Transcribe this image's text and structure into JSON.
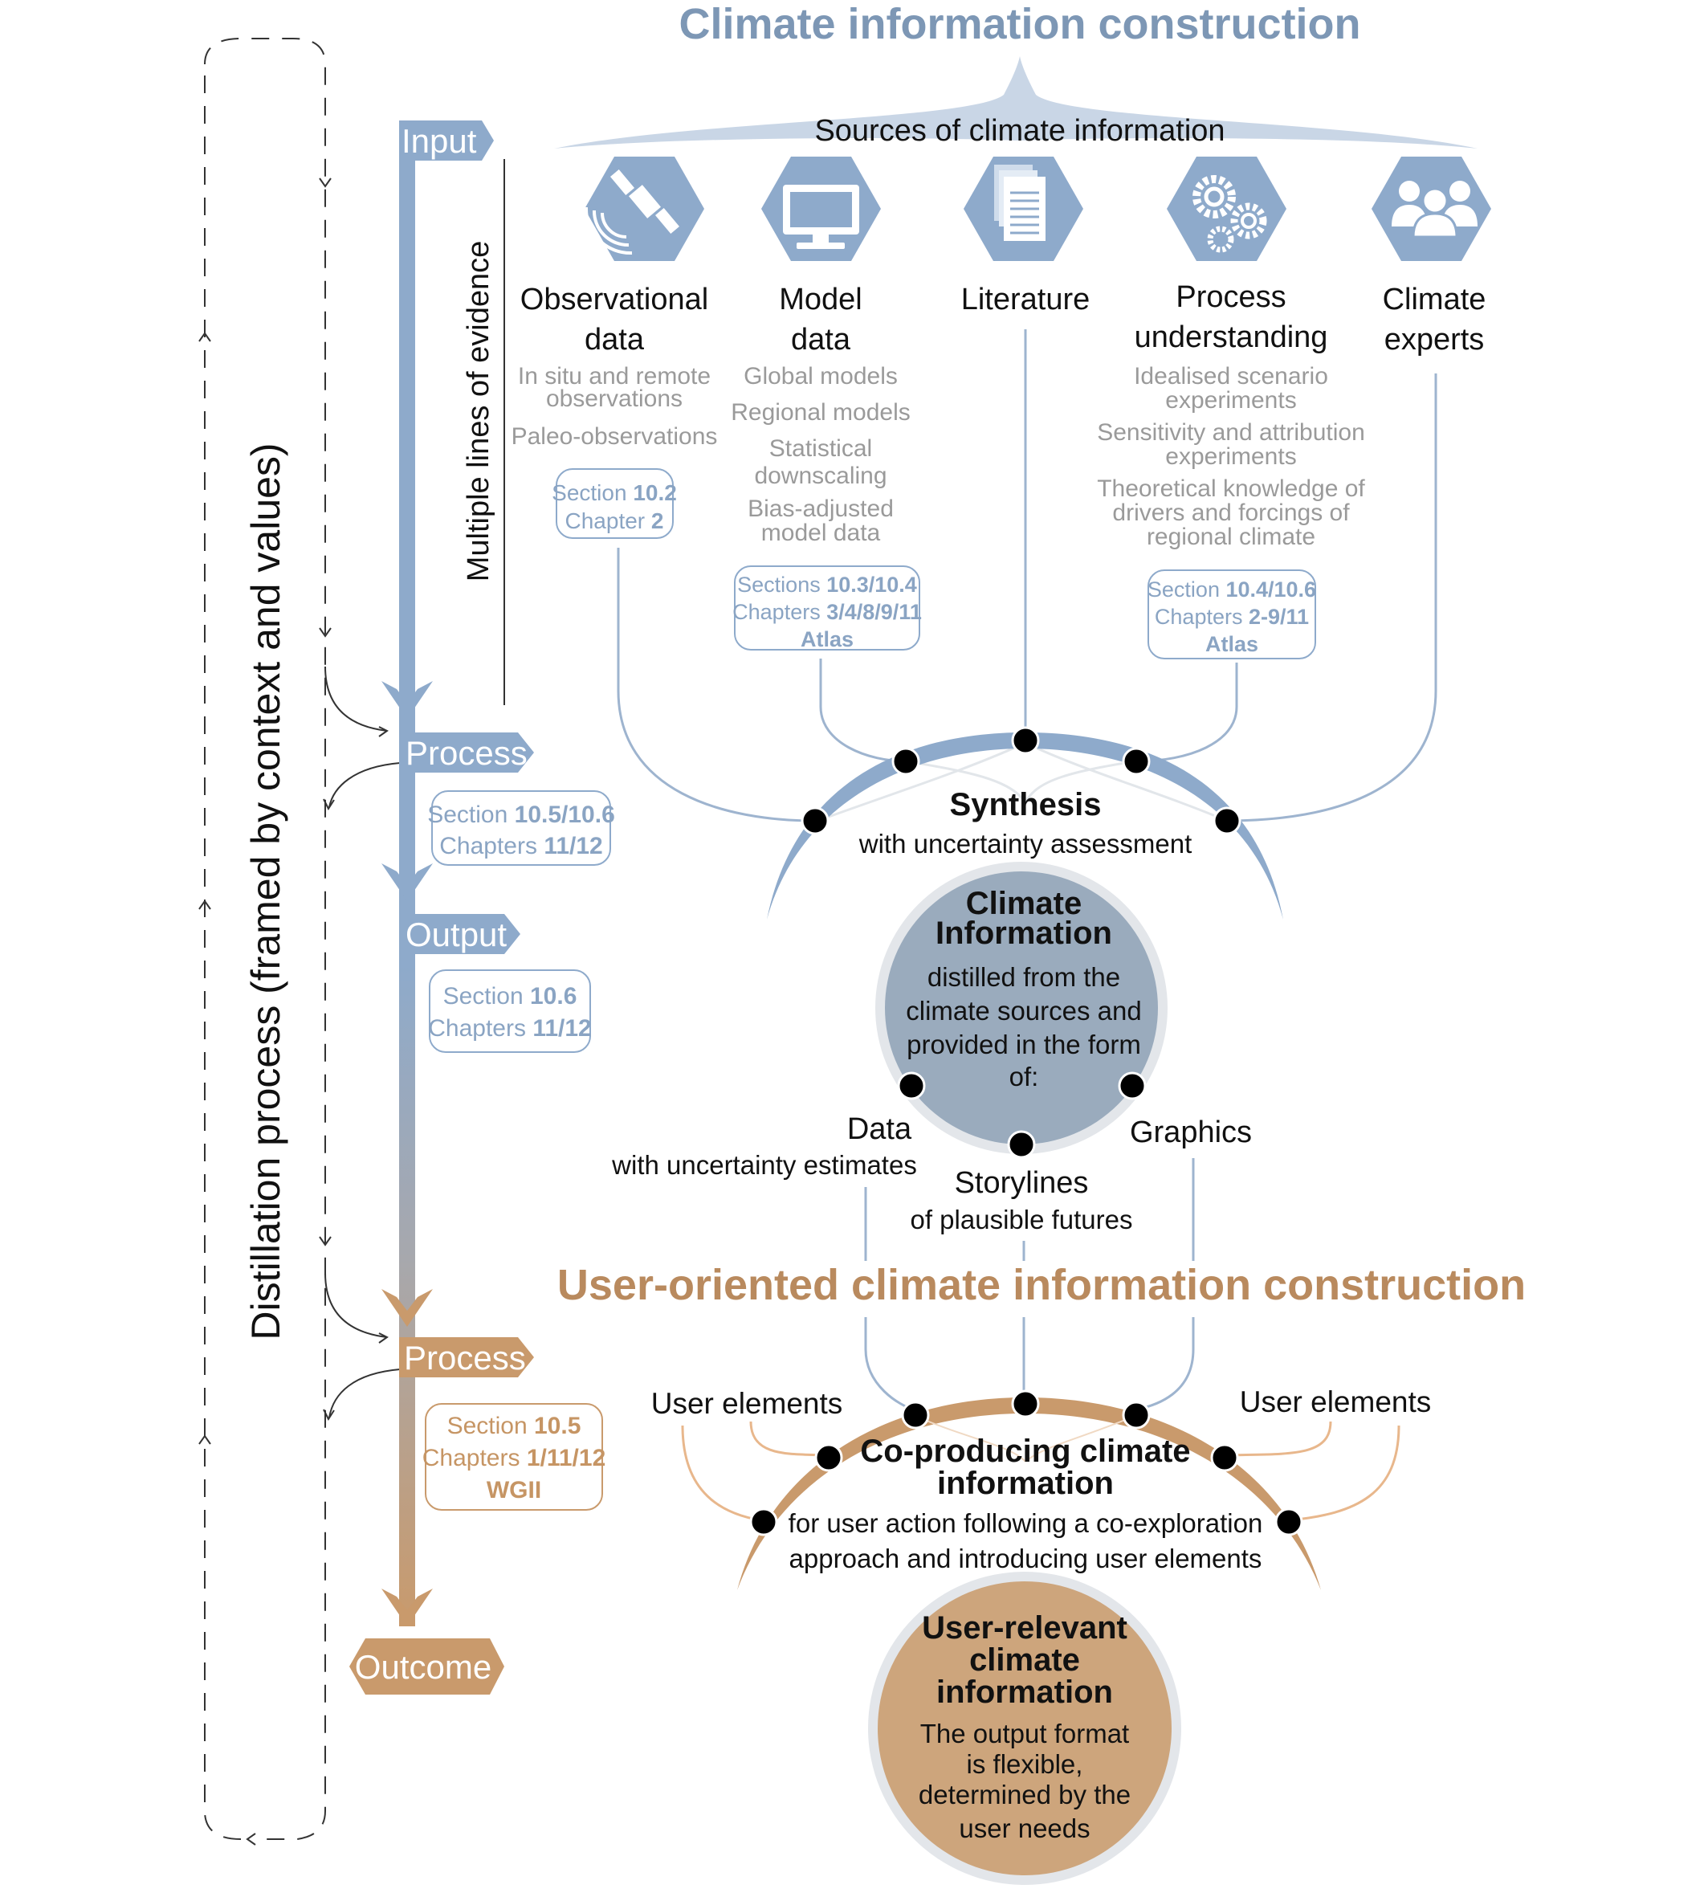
{
  "titles": {
    "top": "Climate information construction",
    "middle": "User-oriented climate information construction",
    "sources": "Sources of climate information",
    "evidence": "Multiple lines of evidence",
    "distillation": "Distillation process (framed by context and values)"
  },
  "stages": {
    "input": "Input",
    "process1": "Process",
    "output": "Output",
    "process2": "Process",
    "outcome": "Outcome"
  },
  "sources": [
    {
      "icon": "satellite-icon",
      "title": [
        "Observational",
        "data"
      ],
      "details": [
        "In situ and remote",
        "observations",
        "Paleo-observations"
      ],
      "refs": [
        [
          "Section ",
          "10.2"
        ],
        [
          "Chapter ",
          "2"
        ]
      ]
    },
    {
      "icon": "monitor-icon",
      "title": [
        "Model",
        "data"
      ],
      "details": [
        "Global models",
        "Regional models",
        "Statistical",
        "downscaling",
        "Bias-adjusted",
        "model data"
      ],
      "refs": [
        [
          "Sections ",
          "10.3/10.4"
        ],
        [
          "Chapters ",
          "3/4/8/9/11"
        ],
        [
          "",
          "Atlas"
        ]
      ]
    },
    {
      "icon": "documents-icon",
      "title": [
        "Literature"
      ],
      "details": [],
      "refs": []
    },
    {
      "icon": "gears-icon",
      "title": [
        "Process",
        "understanding"
      ],
      "details": [
        "Idealised scenario",
        "experiments",
        "Sensitivity and attribution",
        "experiments",
        "Theoretical knowledge of",
        "drivers and forcings of",
        "regional climate"
      ],
      "refs": [
        [
          "Section ",
          "10.4/10.6"
        ],
        [
          "Chapters ",
          "2-9/11"
        ],
        [
          "",
          "Atlas"
        ]
      ]
    },
    {
      "icon": "people-icon",
      "title": [
        "Climate",
        "experts"
      ],
      "details": [],
      "refs": []
    }
  ],
  "stage_refs": {
    "process1": [
      [
        "Section ",
        "10.5/10.6"
      ],
      [
        "Chapters ",
        "11/12"
      ]
    ],
    "output": [
      [
        "Section ",
        "10.6"
      ],
      [
        "Chapters ",
        "11/12"
      ]
    ],
    "process2": [
      [
        "Section ",
        "10.5"
      ],
      [
        "Chapters ",
        "1/11/12"
      ],
      [
        "",
        "WGII"
      ]
    ]
  },
  "synthesis": {
    "title": "Synthesis",
    "subtitle": "with uncertainty assessment"
  },
  "climate_info": {
    "title": [
      "Climate",
      "Information"
    ],
    "body": [
      "distilled from the",
      "climate sources and",
      "provided in the form",
      "of:"
    ]
  },
  "forms": {
    "data": "Data",
    "data_sub": "with uncertainty estimates",
    "storylines": "Storylines",
    "storylines_sub": "of plausible futures",
    "graphics": "Graphics"
  },
  "coproduce": {
    "user_elements_left": "User elements",
    "user_elements_right": "User elements",
    "title": [
      "Co-producing climate",
      "information"
    ],
    "body": [
      "for user action following a co-exploration",
      "approach and introducing user elements"
    ]
  },
  "user_info": {
    "title": [
      "User-relevant",
      "climate",
      "information"
    ],
    "body": [
      "The output format",
      "is flexible,",
      "determined by the",
      "user needs"
    ]
  },
  "colors": {
    "blue": "#8eaacb",
    "blue_dark": "#7d97b5",
    "brown": "#c99a6c",
    "brown_text": "#b98a5e",
    "circle_blue": "#9aabbd",
    "circle_brown": "#cda57c",
    "gray_text": "#9a9a9a"
  }
}
